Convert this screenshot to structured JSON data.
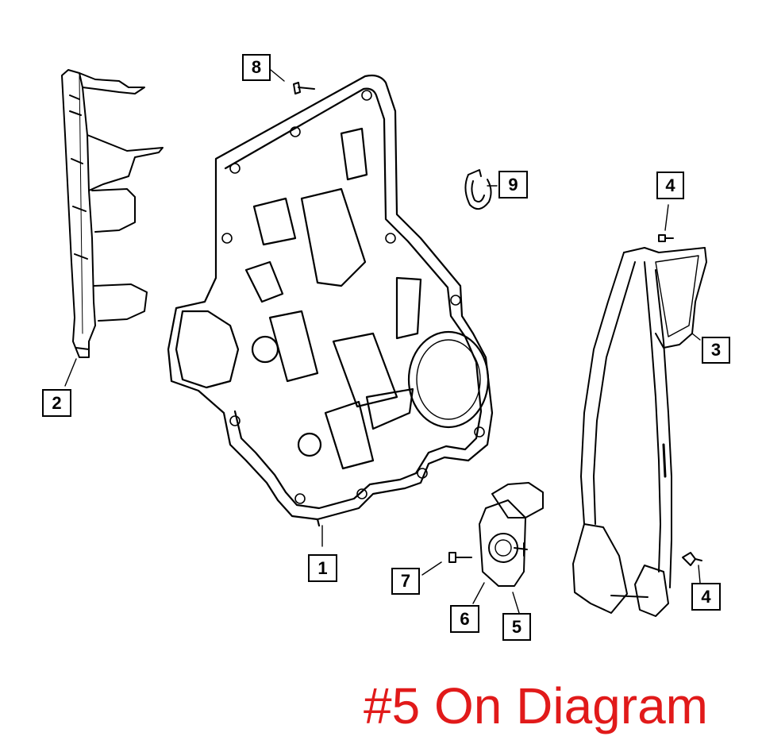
{
  "callouts": {
    "c1": "1",
    "c2": "2",
    "c3": "3",
    "c4_top": "4",
    "c4_bottom": "4",
    "c5": "5",
    "c6": "6",
    "c7": "7",
    "c8": "8",
    "c9": "9"
  },
  "caption": "#5 On Diagram",
  "colors": {
    "line": "#000000",
    "caption": "#e11a1a",
    "background": "#ffffff"
  },
  "parts": [
    "inner-door-panel",
    "front-door-bracket",
    "window-regulator",
    "bolt",
    "window-regulator-motor",
    "motor-housing",
    "screw",
    "pin",
    "clip"
  ]
}
